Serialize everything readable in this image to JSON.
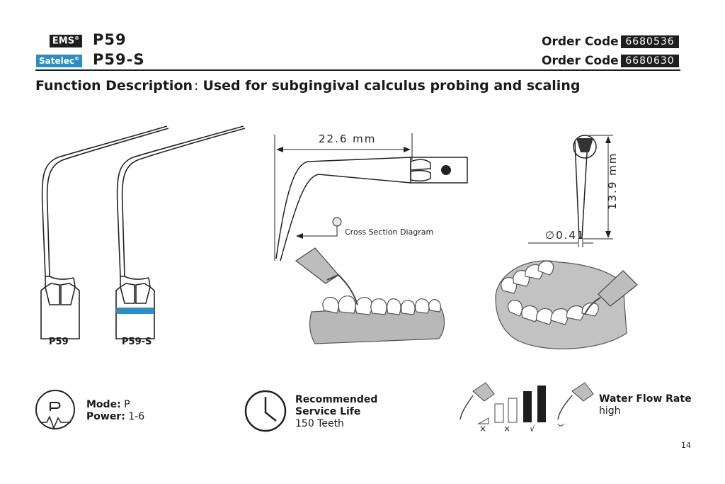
{
  "header": {
    "brand1": "EMS",
    "brand1_mark": "®",
    "model1": "P59",
    "brand2": "Satelec",
    "brand2_mark": "®",
    "model2": "P59-S",
    "order_label": "Order Code",
    "order_code1": "6680536",
    "order_code2": "6680630"
  },
  "function": {
    "label": "Function Description",
    "separator": ":",
    "text": "Used for subgingival calculus probing and scaling"
  },
  "tips": {
    "label1": "P59",
    "label2": "P59-S"
  },
  "dimensions": {
    "length": "22.6 mm",
    "height": "13.9 mm",
    "diameter_symbol": "∅",
    "diameter": "0.41",
    "cross_section": "Cross Section Diagram"
  },
  "specs": {
    "mode_label": "Mode:",
    "mode_value": "P",
    "power_label": "Power:",
    "power_value": "1-6",
    "life_title_line1": "Recommended",
    "life_title_line2": "Service Life",
    "life_value": "150 Teeth",
    "water_title": "Water Flow Rate",
    "water_value": "high",
    "water_marks": [
      "×",
      "×",
      "√"
    ]
  },
  "colors": {
    "accent_blue": "#2b8fc7",
    "dark": "#1e1e1e"
  },
  "icons": [
    "mode-power-icon",
    "clock-icon",
    "water-flow-icon"
  ],
  "page_number": "14"
}
